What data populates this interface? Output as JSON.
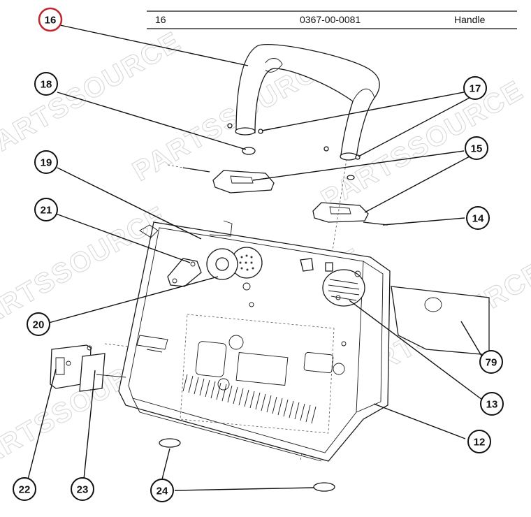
{
  "header_row": {
    "item": "16",
    "part_number": "0367-00-0081",
    "description": "Handle"
  },
  "watermark": "PARTSSOURCE",
  "highlight_color": "#c0262b",
  "callouts": [
    {
      "id": "16",
      "highlighted": true
    },
    {
      "id": "18"
    },
    {
      "id": "17"
    },
    {
      "id": "19"
    },
    {
      "id": "15"
    },
    {
      "id": "21"
    },
    {
      "id": "14"
    },
    {
      "id": "20"
    },
    {
      "id": "79"
    },
    {
      "id": "13"
    },
    {
      "id": "12"
    },
    {
      "id": "22"
    },
    {
      "id": "23"
    },
    {
      "id": "24"
    }
  ]
}
